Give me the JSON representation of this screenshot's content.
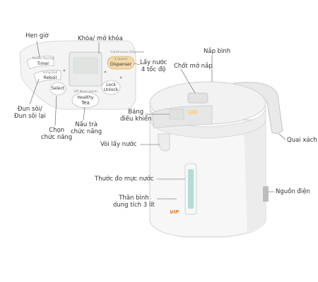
{
  "labels": {
    "hen_gio": "Hẹn giờ",
    "khoa_mo_khoa": "Khóa/ mở khóa",
    "lay_nuoc": [
      "Lấy nước",
      "4 tốc độ"
    ],
    "nap_binh": "Nắp bình",
    "chot_mo_nap": "Chốt mở nắp",
    "dun_soi": [
      "Đun sôi/",
      "Đun sôi lại"
    ],
    "chon_chuc_nang": [
      "Chọn",
      "chức năng"
    ],
    "nau_tra": [
      "Nấu trà",
      "chức năng"
    ],
    "bang_dieu_khien": [
      "Bảng",
      "điều khiển"
    ],
    "voi_lay_nuoc": "Vòi lấy nước",
    "quai_xach": "Quai xách",
    "thuoc_do_muc_nuoc": "Thước đo mực nước",
    "nguon_dien": "Nguồn điện",
    "than_binh": [
      "Thân bình",
      "dung tích 3 lít"
    ]
  },
  "panel": {
    "timer_sub": "Power Saving",
    "timer": "Timer",
    "reboil_sub": "Long Boil",
    "reboil": "Reboil",
    "select": "Select",
    "continuous": "Continuous Dispense",
    "dispenser_sub": "4 Speed",
    "dispenser": "Dispenser",
    "lock": "Lock",
    "unlock": "Unlock",
    "vip_keep": "VIP Keep warm",
    "healthy": "Healthy",
    "tea": "Tea"
  },
  "product": {
    "vip_mark": "VIP"
  },
  "colors": {
    "dispenser_button": "#f4d9a8",
    "level_gauge": "#9fd3c9",
    "vip_mark": "#e07a2a",
    "body": "#f7f7f7",
    "leader_line": "#555555"
  }
}
